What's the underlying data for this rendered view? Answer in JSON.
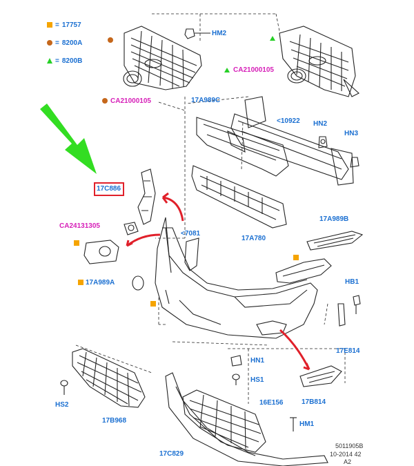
{
  "legend": [
    {
      "symbol": "square",
      "eq": "=",
      "code": "17757"
    },
    {
      "symbol": "dot",
      "eq": "=",
      "code": "8200A"
    },
    {
      "symbol": "triangle",
      "eq": "=",
      "code": "8200B"
    }
  ],
  "colors": {
    "label_blue": "#1a6fd1",
    "label_pink": "#d61fb8",
    "legend_square": "#f5a400",
    "legend_dot": "#c5671b",
    "legend_triangle": "#26d026",
    "green_arrow": "#33dd22",
    "red_arrow": "#e0202a",
    "line": "#222222"
  },
  "labels": {
    "hm2": "HM2",
    "ca21000105_right": "CA21000105",
    "ca21000105_left": "CA21000105",
    "p17a989c": "17A989C",
    "p10922": "<10922",
    "hn2": "HN2",
    "hn3": "HN3",
    "p17c886": "17C886",
    "ca24131305": "CA24131305",
    "p7081": "<7081",
    "p17a780": "17A780",
    "p17a989b": "17A989B",
    "p17a989a": "17A989A",
    "hb1": "HB1",
    "p17e814": "17E814",
    "hn1": "HN1",
    "hs1": "HS1",
    "hs2": "HS2",
    "p17b968": "17B968",
    "p16e156": "16E156",
    "p17b814": "17B814",
    "hm1": "HM1",
    "p17c829": "17C829"
  },
  "footer": {
    "line1": "5011905B",
    "line2": "10-2014 42",
    "line3": "A2"
  }
}
